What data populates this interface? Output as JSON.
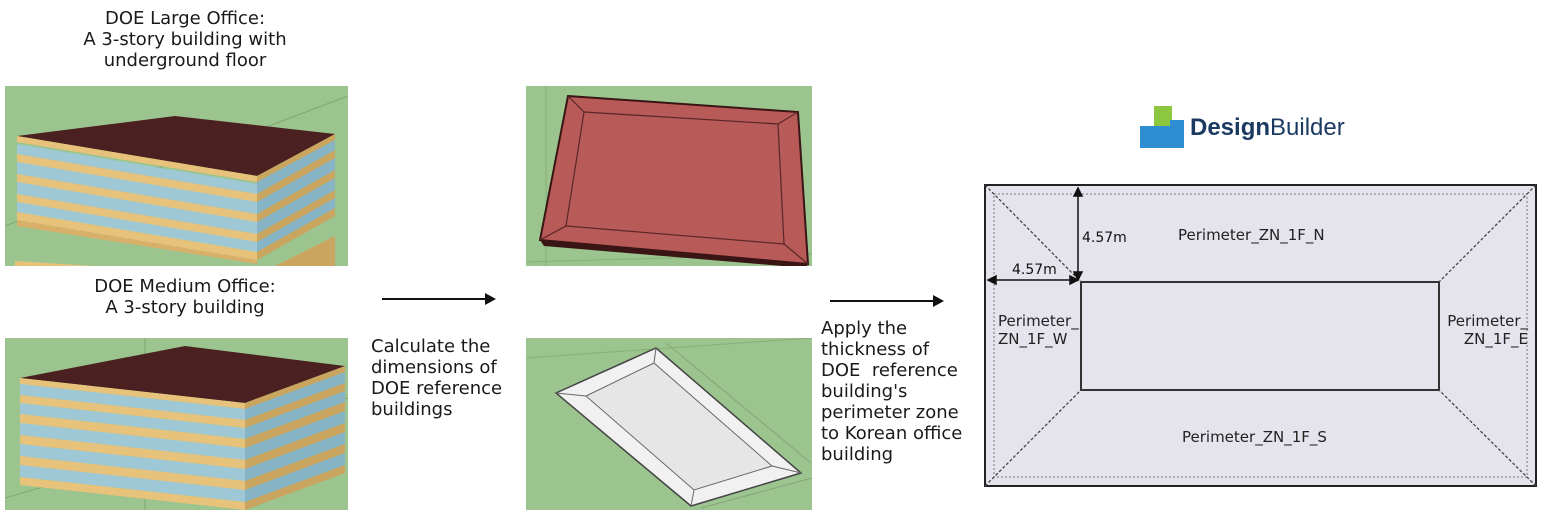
{
  "large_office": {
    "title": "DOE Large Office:",
    "line2": "A 3-story building with",
    "line3": "underground floor"
  },
  "medium_office": {
    "title": "DOE Medium Office:",
    "line2": "A 3-story building"
  },
  "step1": {
    "lines": [
      "Calculate the",
      "dimensions of",
      "DOE reference",
      "buildings"
    ]
  },
  "step2": {
    "lines": [
      "Apply the",
      "thickness of",
      "DOE  reference",
      "building's",
      "perimeter zone",
      "to Korean office",
      "building"
    ]
  },
  "logo": {
    "bold": "Design",
    "regular": "Builder",
    "colors": {
      "green": "#8dc63f",
      "blue": "#2d8fd1",
      "text": "#1b3a62"
    }
  },
  "zone_plan": {
    "north": "Perimeter_ZN_1F_N",
    "south": "Perimeter_ZN_1F_S",
    "west_line1": "Perimeter_",
    "west_line2": "ZN_1F_W",
    "east_line1": "Perimeter_",
    "east_line2": "ZN_1F_E",
    "dim_vertical": "4.57m",
    "dim_horizontal": "4.57m"
  },
  "colors": {
    "panel_bg": "#9cc48e",
    "roof_dark": "#4a2020",
    "floor_slab": "#e7c27a",
    "glazing": "#9fc8d6",
    "roof_red": "#b85a58",
    "plan_fill": "#e5e4ec"
  }
}
